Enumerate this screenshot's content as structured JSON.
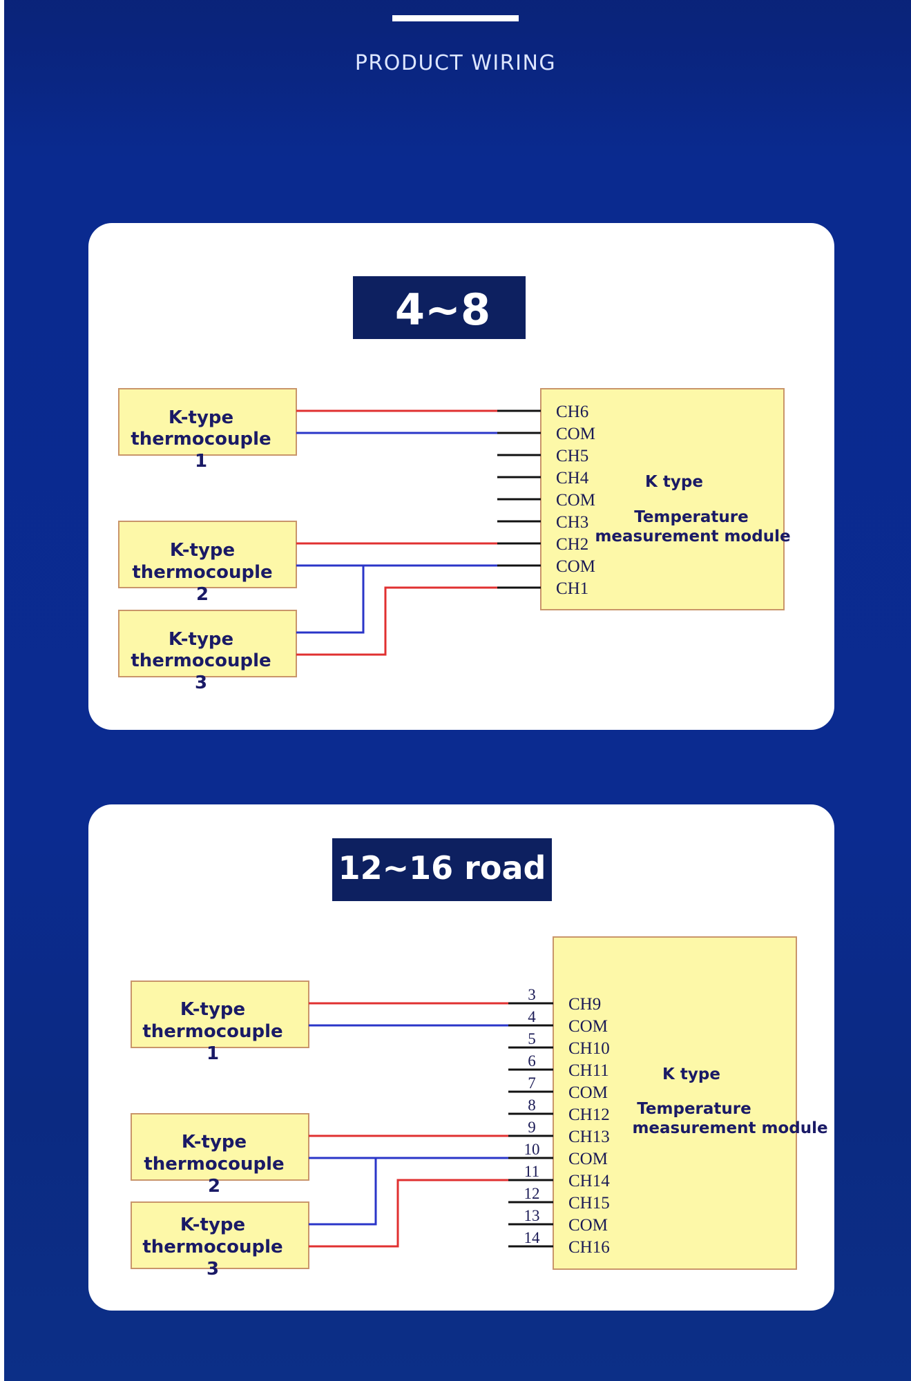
{
  "header": {
    "title": "PRODUCT WIRING"
  },
  "colors": {
    "background": "#0b2a8c",
    "tag_bg": "#0d2060",
    "box_fill": "#fdf8a8",
    "box_border": "#c9956a",
    "wire_red": "#e03030",
    "wire_blue": "#2a35c8",
    "text_dark": "#1a1a66"
  },
  "diagram_1": {
    "title": "4~8",
    "thermocouples": [
      {
        "line1": "K-type",
        "line2": "thermocouple",
        "line3": "1"
      },
      {
        "line1": "K-type",
        "line2": "thermocouple",
        "line3": "2"
      },
      {
        "line1": "K-type",
        "line2": "thermocouple",
        "line3": "3"
      }
    ],
    "pins": [
      "CH6",
      "COM",
      "CH5",
      "CH4",
      "COM",
      "CH3",
      "CH2",
      "COM",
      "CH1"
    ],
    "module": {
      "line1": "K type",
      "line2": "Temperature",
      "line3": "measurement module"
    }
  },
  "diagram_2": {
    "title": "12~16 road",
    "thermocouples": [
      {
        "line1": "K-type",
        "line2": "thermocouple",
        "line3": "1"
      },
      {
        "line1": "K-type",
        "line2": "thermocouple",
        "line3": "2"
      },
      {
        "line1": "K-type",
        "line2": "thermocouple",
        "line3": "3"
      }
    ],
    "pins": [
      "CH9",
      "COM",
      "CH10",
      "CH11",
      "COM",
      "CH12",
      "CH13",
      "COM",
      "CH14",
      "CH15",
      "COM",
      "CH16"
    ],
    "pin_numbers": [
      "3",
      "4",
      "5",
      "6",
      "7",
      "8",
      "9",
      "10",
      "11",
      "12",
      "13",
      "14"
    ],
    "module": {
      "line1": "K type",
      "line2": "Temperature",
      "line3": "measurement module"
    }
  }
}
